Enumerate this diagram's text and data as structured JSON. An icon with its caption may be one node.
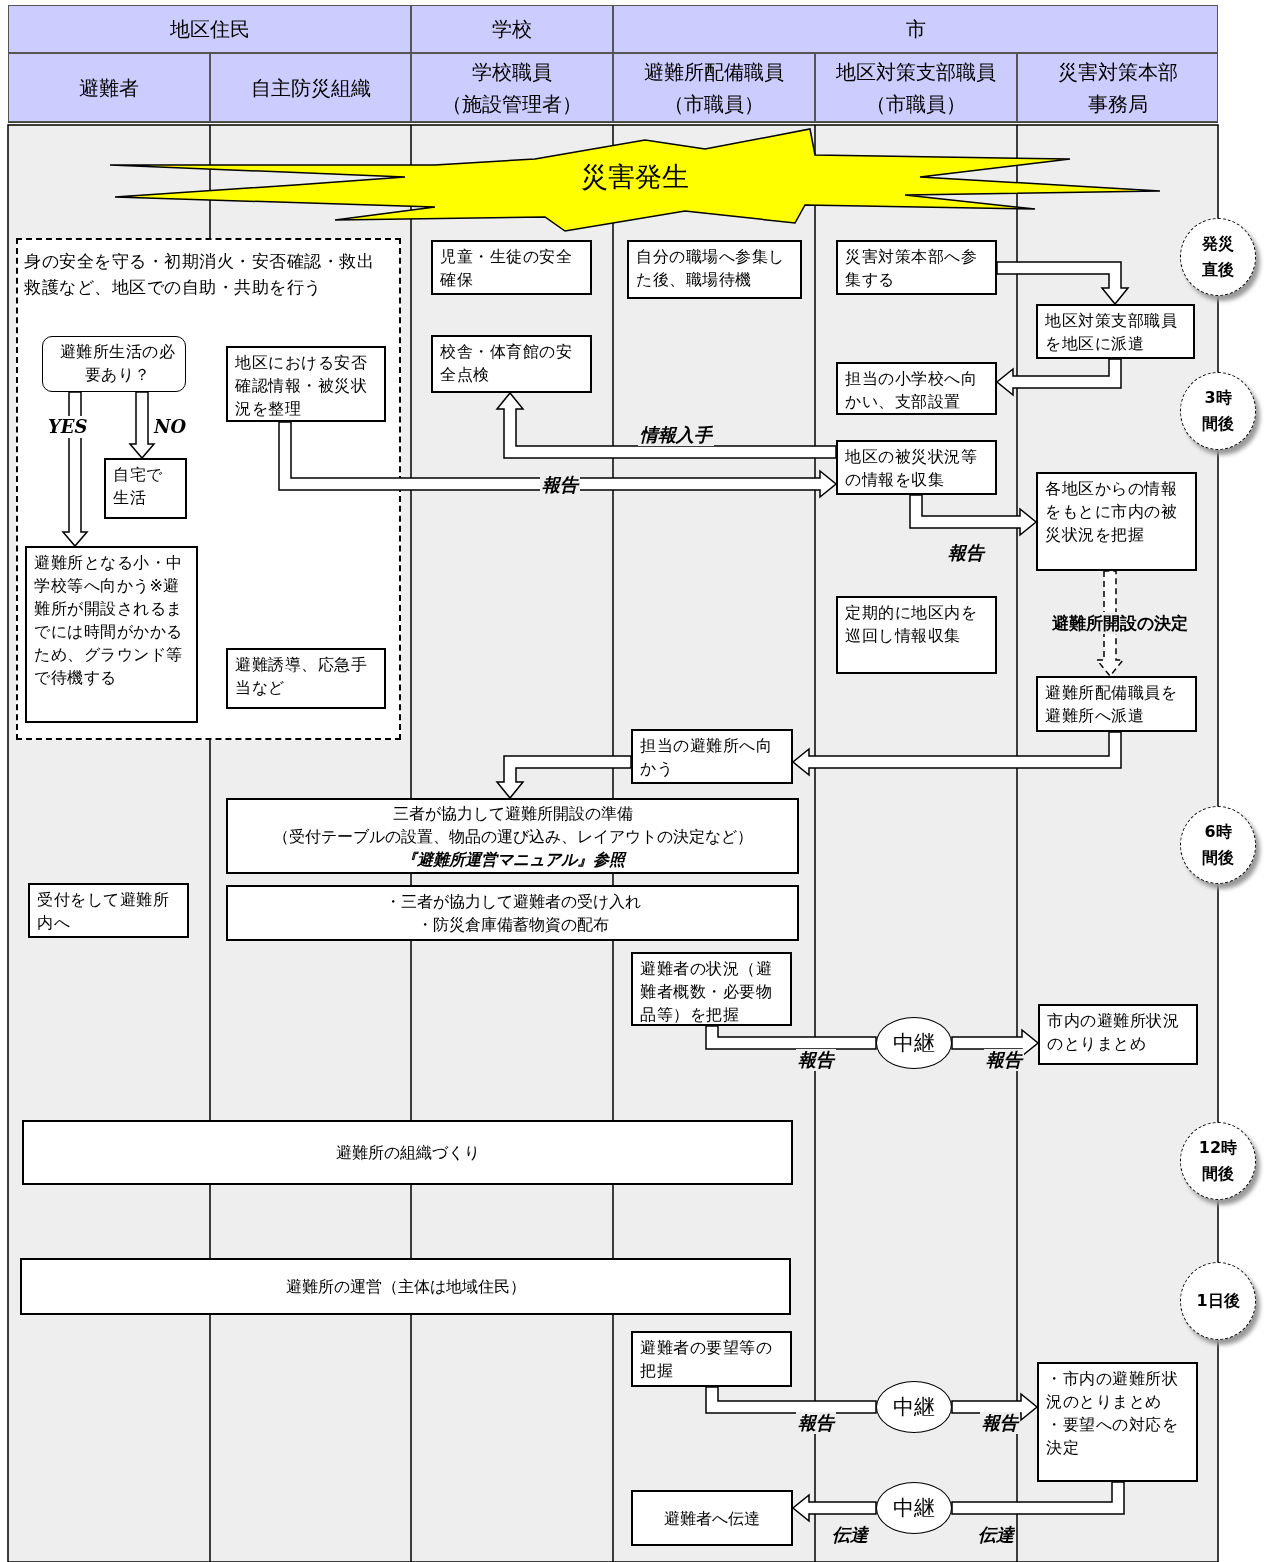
{
  "diagram": {
    "nodes": [
      {
        "text": [
          "災害発生"
        ]
      },
      {
        "text": [
          "身の安全を守る・初期消火・安否確認・救出救護など、地区での自助・共助を行う"
        ]
      },
      {
        "text": [
          "避難所生活の必要あり？"
        ],
        "in": 1
      },
      {
        "text": [
          "地区における安否確認情報・被災状況を整理"
        ],
        "in": 1
      },
      {
        "text": [
          "自宅で生活"
        ],
        "in": 1
      },
      {
        "text": [
          "避難所となる小・中学校等へ向かう※避難所が開設されるまでには時間がかかるため、グラウンド等で待機する"
        ],
        "in": 1
      },
      {
        "text": [
          "避難誘導、応急手当など"
        ],
        "in": 1
      },
      {
        "text": [
          "児童・生徒の安全確保"
        ]
      },
      {
        "text": [
          "校舎・体育館の安全点検"
        ]
      },
      {
        "text": [
          "自分の職場へ参集した後、職場待機"
        ]
      },
      {
        "text": [
          "災害対策本部へ参集する"
        ]
      },
      {
        "text": [
          "地区対策支部職員を地区に派遣"
        ]
      },
      {
        "text": [
          "担当の小学校へ向かい、支部設置"
        ]
      },
      {
        "text": [
          "地区の被災状況等の情報を収集"
        ]
      },
      {
        "text": [
          "各地区からの情報をもとに市内の被災状況を把握"
        ]
      },
      {
        "text": [
          "定期的に地区内を巡回し情報収集"
        ]
      },
      {
        "text": [
          "避難所配備職員を避難所へ派遣"
        ]
      },
      {
        "text": [
          "担当の避難所へ向かう"
        ]
      },
      {
        "text": [
          "三者が協力して避難所開設の準備",
          "（受付テーブルの設置、物品の運び込み、レイアウトの決定など）",
          "『避難所運営マニュアル』参照"
        ]
      },
      {
        "text": [
          "受付をして避難所内へ"
        ]
      },
      {
        "text": [
          "・三者が協力して避難者の受け入れ",
          "・防災倉庫備蓄物資の配布"
        ]
      },
      {
        "text": [
          "避難者の状況（避難者概数・必要物品等）を把握"
        ]
      },
      {
        "text": [
          "中継"
        ]
      },
      {
        "text": [
          "市内の避難所状況のとりまとめ"
        ]
      },
      {
        "text": [
          "避難所の組織づくり"
        ]
      },
      {
        "text": [
          "避難所の運営（主体は地域住民）"
        ]
      },
      {
        "text": [
          "避難者の要望等の把握"
        ]
      },
      {
        "text": [
          "中継"
        ]
      },
      {
        "text": [
          "・市内の避難所状況のとりまとめ",
          "・要望への対応を決定"
        ]
      },
      {
        "text": [
          "避難者へ伝達"
        ]
      },
      {
        "text": [
          "中継"
        ]
      },
      {
        "text": [
          "発災直後"
        ]
      },
      {
        "text": [
          "3時間後"
        ]
      },
      {
        "text": [
          "6時間後"
        ]
      },
      {
        "text": [
          "12時間後"
        ]
      },
      {
        "text": [
          "1日後"
        ]
      }
    ],
    "edges": [
      {
        "from": 2,
        "to": 5,
        "arrow": "to",
        "label": "YES"
      },
      {
        "from": 2,
        "to": 4,
        "arrow": "to",
        "label": "NO"
      },
      {
        "from": 13,
        "to": 8,
        "arrow": "to",
        "label": "情報入手"
      },
      {
        "from": 3,
        "to": 13,
        "arrow": "to",
        "label": "報告"
      },
      {
        "from": 10,
        "to": 11,
        "arrow": "to"
      },
      {
        "from": 11,
        "to": 12,
        "arrow": "to"
      },
      {
        "from": 13,
        "to": 14,
        "arrow": "to",
        "label": "報告"
      },
      {
        "from": 14,
        "to": 16,
        "arrow": "to",
        "style": "dashed",
        "label": "避難所開設の決定"
      },
      {
        "from": 16,
        "to": 17,
        "arrow": "to"
      },
      {
        "from": 17,
        "to": 18,
        "arrow": "to"
      },
      {
        "from": 21,
        "to": 22,
        "arrow": "none",
        "label": "報告"
      },
      {
        "from": 22,
        "to": 23,
        "arrow": "to",
        "label": "報告"
      },
      {
        "from": 26,
        "to": 27,
        "arrow": "none",
        "label": "報告"
      },
      {
        "from": 27,
        "to": 28,
        "arrow": "to",
        "label": "報告"
      },
      {
        "from": 28,
        "to": 30,
        "arrow": "none",
        "label": "伝達"
      },
      {
        "from": 30,
        "to": 29,
        "arrow": "to",
        "label": "伝達"
      }
    ],
    "labels": [
      "地区住民",
      "学校",
      "市",
      "避難者",
      "自主防災組織",
      "学校職員（施設管理者）",
      "避難所配備職員（市職員）",
      "地区対策支部職員（市職員）",
      "災害対策本部事務局"
    ]
  }
}
